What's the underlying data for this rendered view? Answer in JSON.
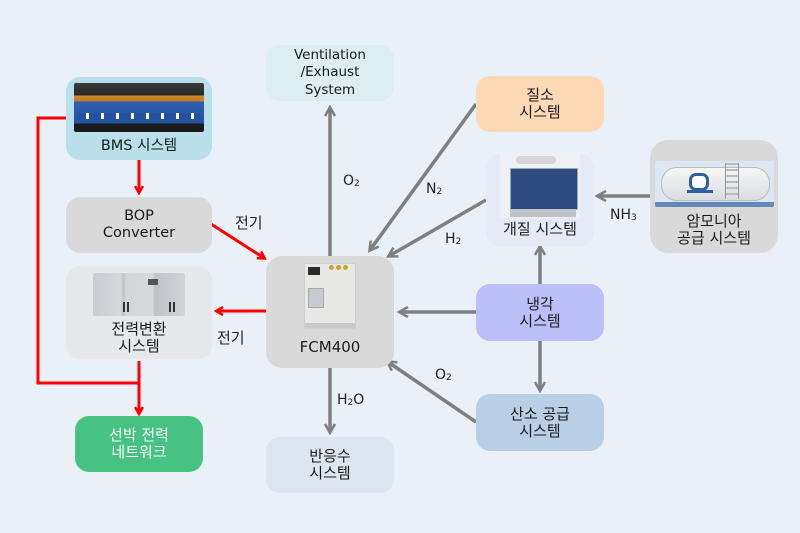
{
  "diagram": {
    "nodes": {
      "bms": {
        "label": "BMS 시스템",
        "fill": "#b8dfea",
        "icon": "battery-rack-photo"
      },
      "bop": {
        "label": "BOP\nConverter",
        "fill": "#d9d9d9"
      },
      "power_conversion": {
        "label": "전력변환\n시스템",
        "fill": "#e6e8ec",
        "icon": "power-cabinet-photo"
      },
      "ship_network": {
        "label": "선박 전력\n네트워크",
        "fill": "#47c282",
        "text_color": "#ffffff"
      },
      "ventilation": {
        "label": "Ventilation\n/Exhaust\nSystem",
        "fill": "#dcedf3"
      },
      "fcm400": {
        "label": "FCM400",
        "fill": "#d9d9d9",
        "icon": "fuel-cell-module-photo"
      },
      "reaction_water": {
        "label": "반응수\n시스템",
        "fill": "#dce6f1"
      },
      "nitrogen": {
        "label": "질소\n시스템",
        "fill": "#fdd9b5"
      },
      "reformer": {
        "label": "개질 시스템",
        "fill": "#e4ebf6",
        "icon": "reformer-cabinet-photo"
      },
      "ammonia": {
        "label": "암모니아\n공급 시스템",
        "fill": "#d9d9d9",
        "icon": "ammonia-tank-photo"
      },
      "cooling": {
        "label": "냉각\n시스템",
        "fill": "#bbbff7"
      },
      "oxygen_supply": {
        "label": "산소 공급\n시스템",
        "fill": "#b8cfe6"
      }
    },
    "edge_labels": {
      "bop_to_fcm": "전기",
      "fcm_to_power": "전기",
      "fcm_to_vent_main": "O",
      "fcm_to_vent_sub": "2",
      "n2_main": "N",
      "n2_sub": "2",
      "h2_main": "H",
      "h2_sub": "2",
      "nh3_main": "NH",
      "nh3_sub": "3",
      "o2_supply_main": "O",
      "o2_supply_sub": "2",
      "h2o_pre": "H",
      "h2o_sub": "2",
      "h2o_post": "O"
    },
    "colors": {
      "electric_edge": "#ff0000",
      "process_edge": "#7f7f7f",
      "background": "#eaf0f8"
    }
  }
}
